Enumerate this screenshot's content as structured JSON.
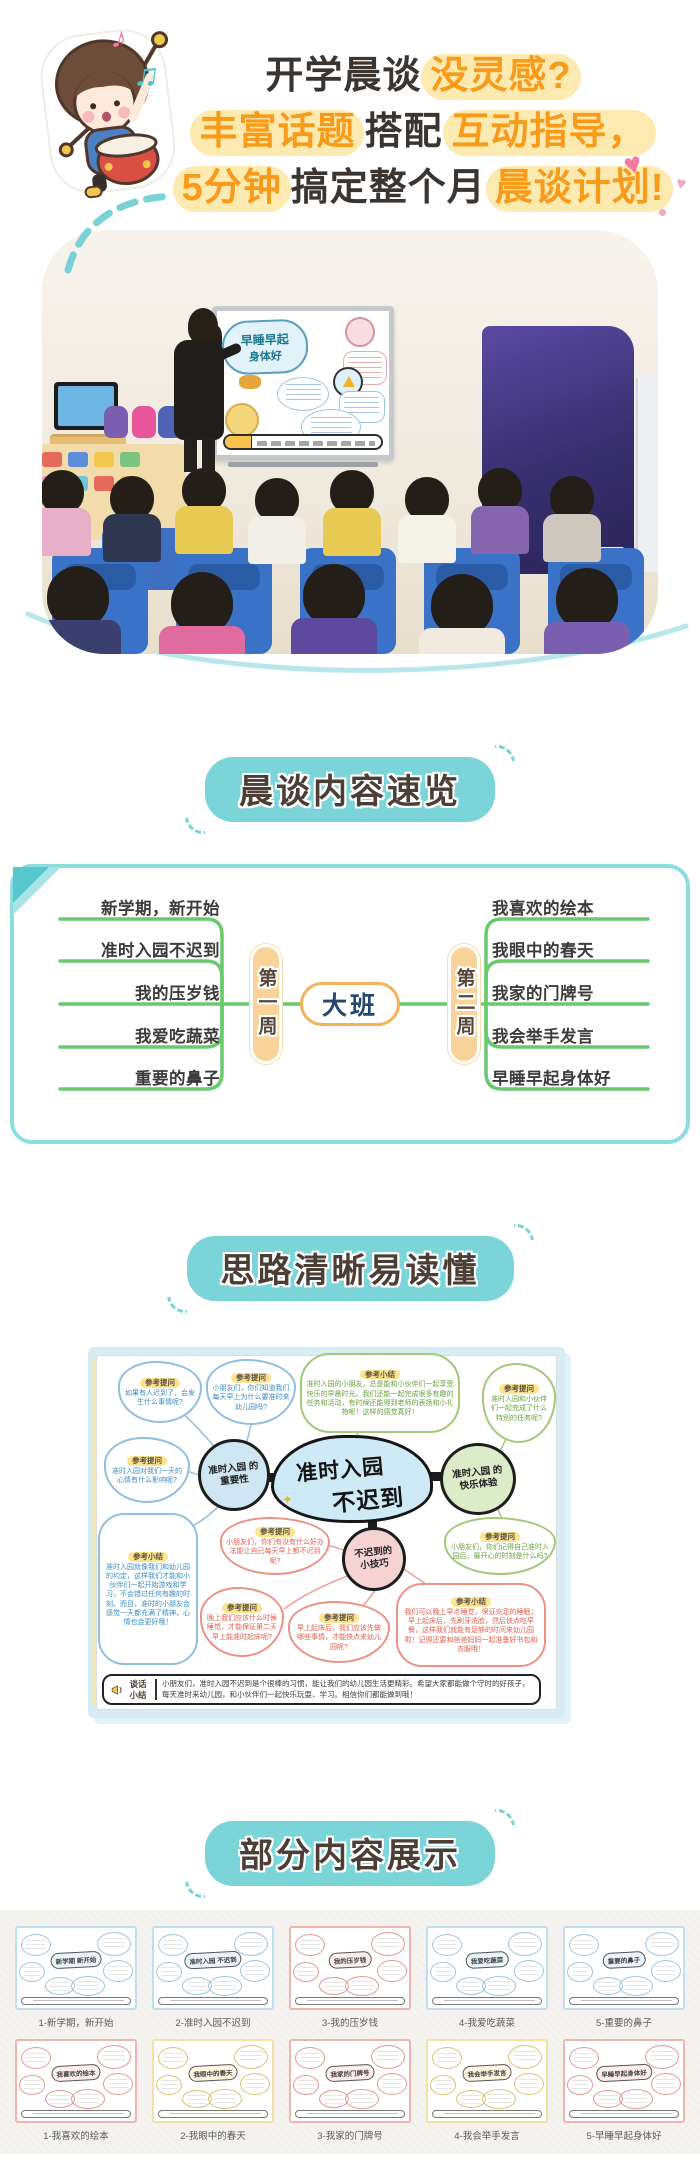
{
  "brand_colors": {
    "teal": "#7bd5d8",
    "orange": "#f89b1b",
    "dark_text": "#3a3531",
    "highlight": "#fdeab0",
    "green_line": "#68c96e",
    "week_pill": "#f8d49b"
  },
  "hero": {
    "line1": {
      "black": "开学晨谈",
      "orange": "没灵感?"
    },
    "line2": {
      "orange1": "丰富话题",
      "black": "搭配",
      "orange2": "互动指导，"
    },
    "line3": {
      "orange1": "5分钟",
      "black": "搞定整个月",
      "orange2": "晨谈计划!"
    }
  },
  "photo": {
    "board_line1": "早睡早起",
    "board_line2": "身体好"
  },
  "sections": {
    "s1": "晨谈内容速览",
    "s2": "思路清晰易读懂",
    "s3": "部分内容展示"
  },
  "overview_map": {
    "center": "大班",
    "left_label": "第一周",
    "right_label": "第二周",
    "left_topics": [
      "新学期，新开始",
      "准时入园不迟到",
      "我的压岁钱",
      "我爱吃蔬菜",
      "重要的鼻子"
    ],
    "right_topics": [
      "我喜欢的绘本",
      "我眼中的春天",
      "我家的门牌号",
      "我会举手发言",
      "早睡早起身体好"
    ]
  },
  "poster": {
    "title_line1": "准时入园",
    "title_line2": "不迟到",
    "node_importance": "准时入园 的重要性",
    "node_fun": "准时入园 的快乐体验",
    "node_tips": "不迟到的 小技巧",
    "bubbles": [
      {
        "tag": "参考提问",
        "text": "如果有人迟到了，会发生什么事情呢?"
      },
      {
        "tag": "参考提问",
        "text": "小朋友们，你们知道我们每天早上为什么要准时来幼儿园吗?"
      },
      {
        "tag": "参考小结",
        "text": "准时入园的小朋友，总是能和小伙伴们一起享受快乐的早晨时光。我们还能一起完成很多有趣的任务和活动，有时候还能得到老师的表扬和小礼物呢！这样的感觉真好！"
      },
      {
        "tag": "参考提问",
        "text": "准时入园和小伙伴们一起完成了什么特别的任务呢?"
      },
      {
        "tag": "参考提问",
        "text": "准时入园对我们一天的心情有什么影响呢?"
      },
      {
        "tag": "参考提问",
        "text": "小朋友们，你们记得自己准时入园后，最开心的时刻是什么吗?"
      },
      {
        "tag": "参考小结",
        "text": "准时入园就像我们和幼儿园的约定，这样我们才能和小伙伴们一起开始游戏和学习，不会错过任何有趣的时刻。而且，准时的小朋友会感觉一天都充满了精神，心情也会更好哦！"
      },
      {
        "tag": "参考提问",
        "text": "小朋友们，你们有没有什么好办法能让自己每天早上都不迟到呢?"
      },
      {
        "tag": "参考提问",
        "text": "晚上我们应该什么时候睡觉，才能保证第二天早上能准时起床呢?"
      },
      {
        "tag": "参考提问",
        "text": "早上起床后，我们应该先做哪些事情，才能快点来幼儿园呢?"
      },
      {
        "tag": "参考小结",
        "text": "我们可以晚上早点睡觉，保证充足的睡眠；早上起床后，先刷牙洗脸，然后快点吃早餐，这样我们就能有足够的时间来幼儿园啦！记得还要和爸爸妈妈一起准备好书包和衣服哦！"
      }
    ],
    "summary_label": "谈话小结",
    "summary_text": "小朋友们，准时入园不迟到是个很棒的习惯，能让我们的幼儿园生活更精彩。希望大家都能做个守时的好孩子，每天准时来幼儿园，和小伙伴们一起快乐玩耍、学习。相信你们都能做到哦！"
  },
  "grid": {
    "row1": [
      {
        "title": "新学期 新开始",
        "caption": "1-新学期，新开始"
      },
      {
        "title": "准时入园 不迟到",
        "caption": "2-准时入园不迟到"
      },
      {
        "title": "我的压岁钱",
        "caption": "3-我的压岁钱"
      },
      {
        "title": "我爱吃蔬菜",
        "caption": "4-我爱吃蔬菜"
      },
      {
        "title": "重要的鼻子",
        "caption": "5-重要的鼻子"
      }
    ],
    "row2": [
      {
        "title": "我喜欢的绘本",
        "caption": "1-我喜欢的绘本"
      },
      {
        "title": "我眼中的春天",
        "caption": "2-我眼中的春天"
      },
      {
        "title": "我家的门牌号",
        "caption": "3-我家的门牌号"
      },
      {
        "title": "我会举手发言",
        "caption": "4-我会举手发言"
      },
      {
        "title": "早睡早起身体好",
        "caption": "5-早睡早起身体好"
      }
    ]
  }
}
